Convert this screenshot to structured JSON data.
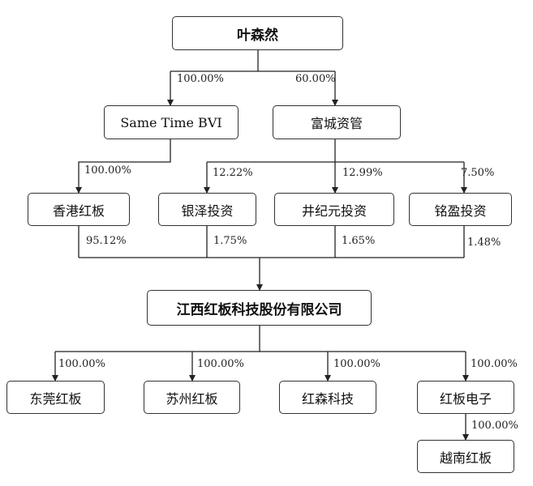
{
  "nodes": {
    "ye_senran": "叶森然",
    "same_time_bvi": "Same Time BVI",
    "fucheng": "富城资管",
    "hk_hongban": "香港红板",
    "yinze": "银泽投资",
    "jingji": "井纪元投资",
    "mingying": "铭盈投资",
    "jiangxi": "江西红板科技股份有限公司",
    "dongguan": "东莞红板",
    "suzhou": "苏州红板",
    "hongsen": "红森科技",
    "hongban_dianzi": "红板电子",
    "vietnam": "越南红板"
  },
  "edges": {
    "ye_to_bvi": "100.00%",
    "ye_to_fucheng": "60.00%",
    "bvi_to_hk": "100.00%",
    "fucheng_to_yinze": "12.22%",
    "fucheng_to_jingji": "12.99%",
    "fucheng_to_mingying": "7.50%",
    "hk_to_jiangxi": "95.12%",
    "yinze_to_jiangxi": "1.75%",
    "jingji_to_jiangxi": "1.65%",
    "mingying_to_jiangxi": "1.48%",
    "jiangxi_to_dongguan": "100.00%",
    "jiangxi_to_suzhou": "100.00%",
    "jiangxi_to_hongsen": "100.00%",
    "jiangxi_to_dianzi": "100.00%",
    "dianzi_to_vietnam": "100.00%"
  }
}
